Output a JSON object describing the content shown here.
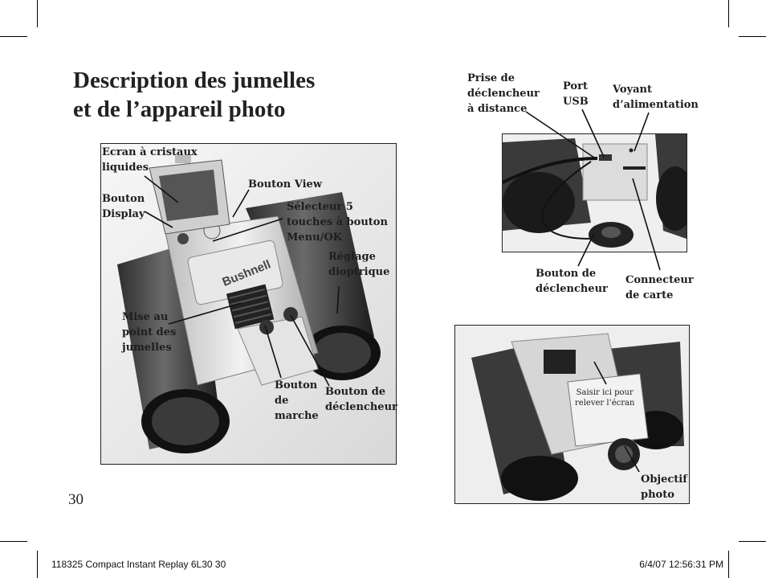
{
  "title": {
    "line1": "Description des jumelles",
    "line2": "et de l’appareil photo"
  },
  "main_photo_labels": {
    "lcd": "Ecran à cristaux\nliquides",
    "display_button": "Bouton\nDisplay",
    "view_button": "Bouton View",
    "selector": "Sélecteur 5\ntouches à bouton\nMenu/OK",
    "diopter": "Réglage\ndioptrique",
    "focus": "Mise au\npoint des\njumelles",
    "power": "Bouton\nde\nmarche",
    "shutter": "Bouton de\ndéclencheur"
  },
  "top_right_labels": {
    "remote": "Prise de\ndéclencheur\nà distance",
    "usb": "Port\nUSB",
    "power_led": "Voyant\nd’alimentation",
    "shutter": "Bouton de\ndéclencheur",
    "card": "Connecteur\nde carte"
  },
  "bottom_right_labels": {
    "lift": "Saisir ici pour\nrelever l’écran",
    "lens": "Objectif\nphoto"
  },
  "page_number": "30",
  "footer": {
    "left": "118325 Compact Instant Replay 6L30   30",
    "right": "6/4/07   12:56:31 PM"
  }
}
